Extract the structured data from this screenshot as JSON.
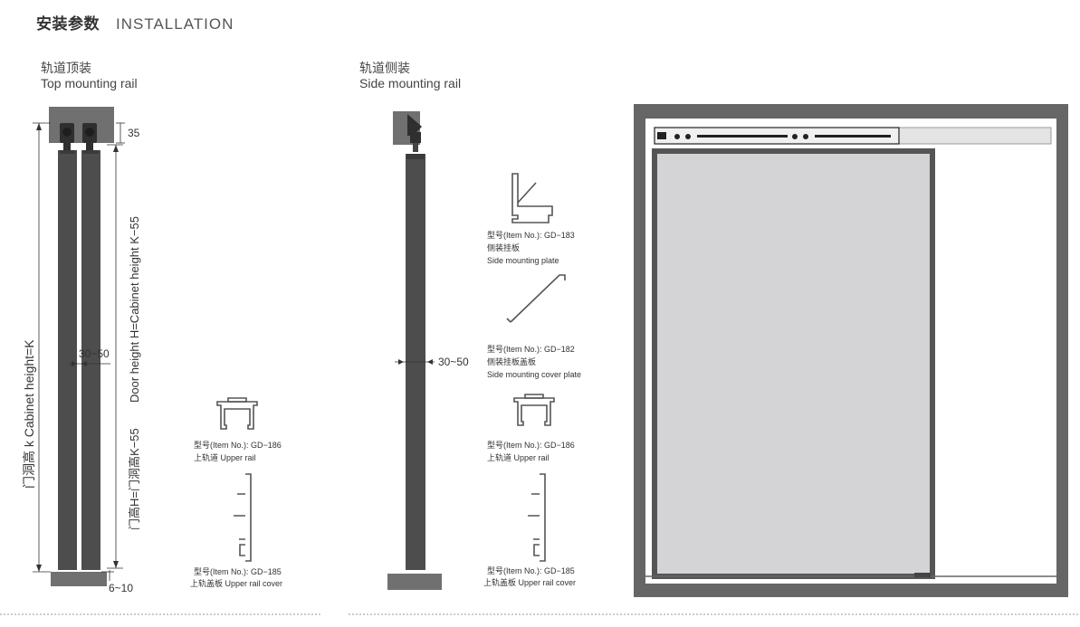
{
  "header": {
    "title_cn": "安装参数",
    "title_en": "INSTALLATION"
  },
  "sections": {
    "top": {
      "cn": "轨道顶装",
      "en": "Top mounting rail"
    },
    "side": {
      "cn": "轨道侧装",
      "en": "Side mounting rail"
    }
  },
  "dims": {
    "top_gap": "35",
    "bottom_gap": "6~10",
    "door_gap": "30~50",
    "side_gap": "30~50",
    "cabinet_height": "门洞高 k  Cabinet height=K",
    "door_height_en": "Door height H=Cabinet height K−55",
    "door_height_cn": "门高H=门洞高K−55"
  },
  "parts": {
    "gd186_a": {
      "model": "型号(Item No.): GD−186",
      "name": "上轨道 Upper rail"
    },
    "gd185_a": {
      "model": "型号(Item No.): GD−185",
      "name": "上轨盖板 Upper rail cover"
    },
    "gd183": {
      "model": "型号(Item No.): GD−183",
      "cn": "侧装挂板",
      "en": "Side mounting plate"
    },
    "gd182": {
      "model": "型号(Item No.): GD−182",
      "cn": "侧装挂板盖板",
      "en": "Side mounting cover plate"
    },
    "gd186_b": {
      "model": "型号(Item No.): GD−186",
      "name": "上轨道 Upper rail"
    },
    "gd185_b": {
      "model": "型号(Item No.): GD−185",
      "name": "上轨盖板 Upper rail cover"
    }
  },
  "colors": {
    "panel": "#4d4d4d",
    "frame": "#666666",
    "glass": "#d4d4d6",
    "rail": "#e4e4e4"
  }
}
